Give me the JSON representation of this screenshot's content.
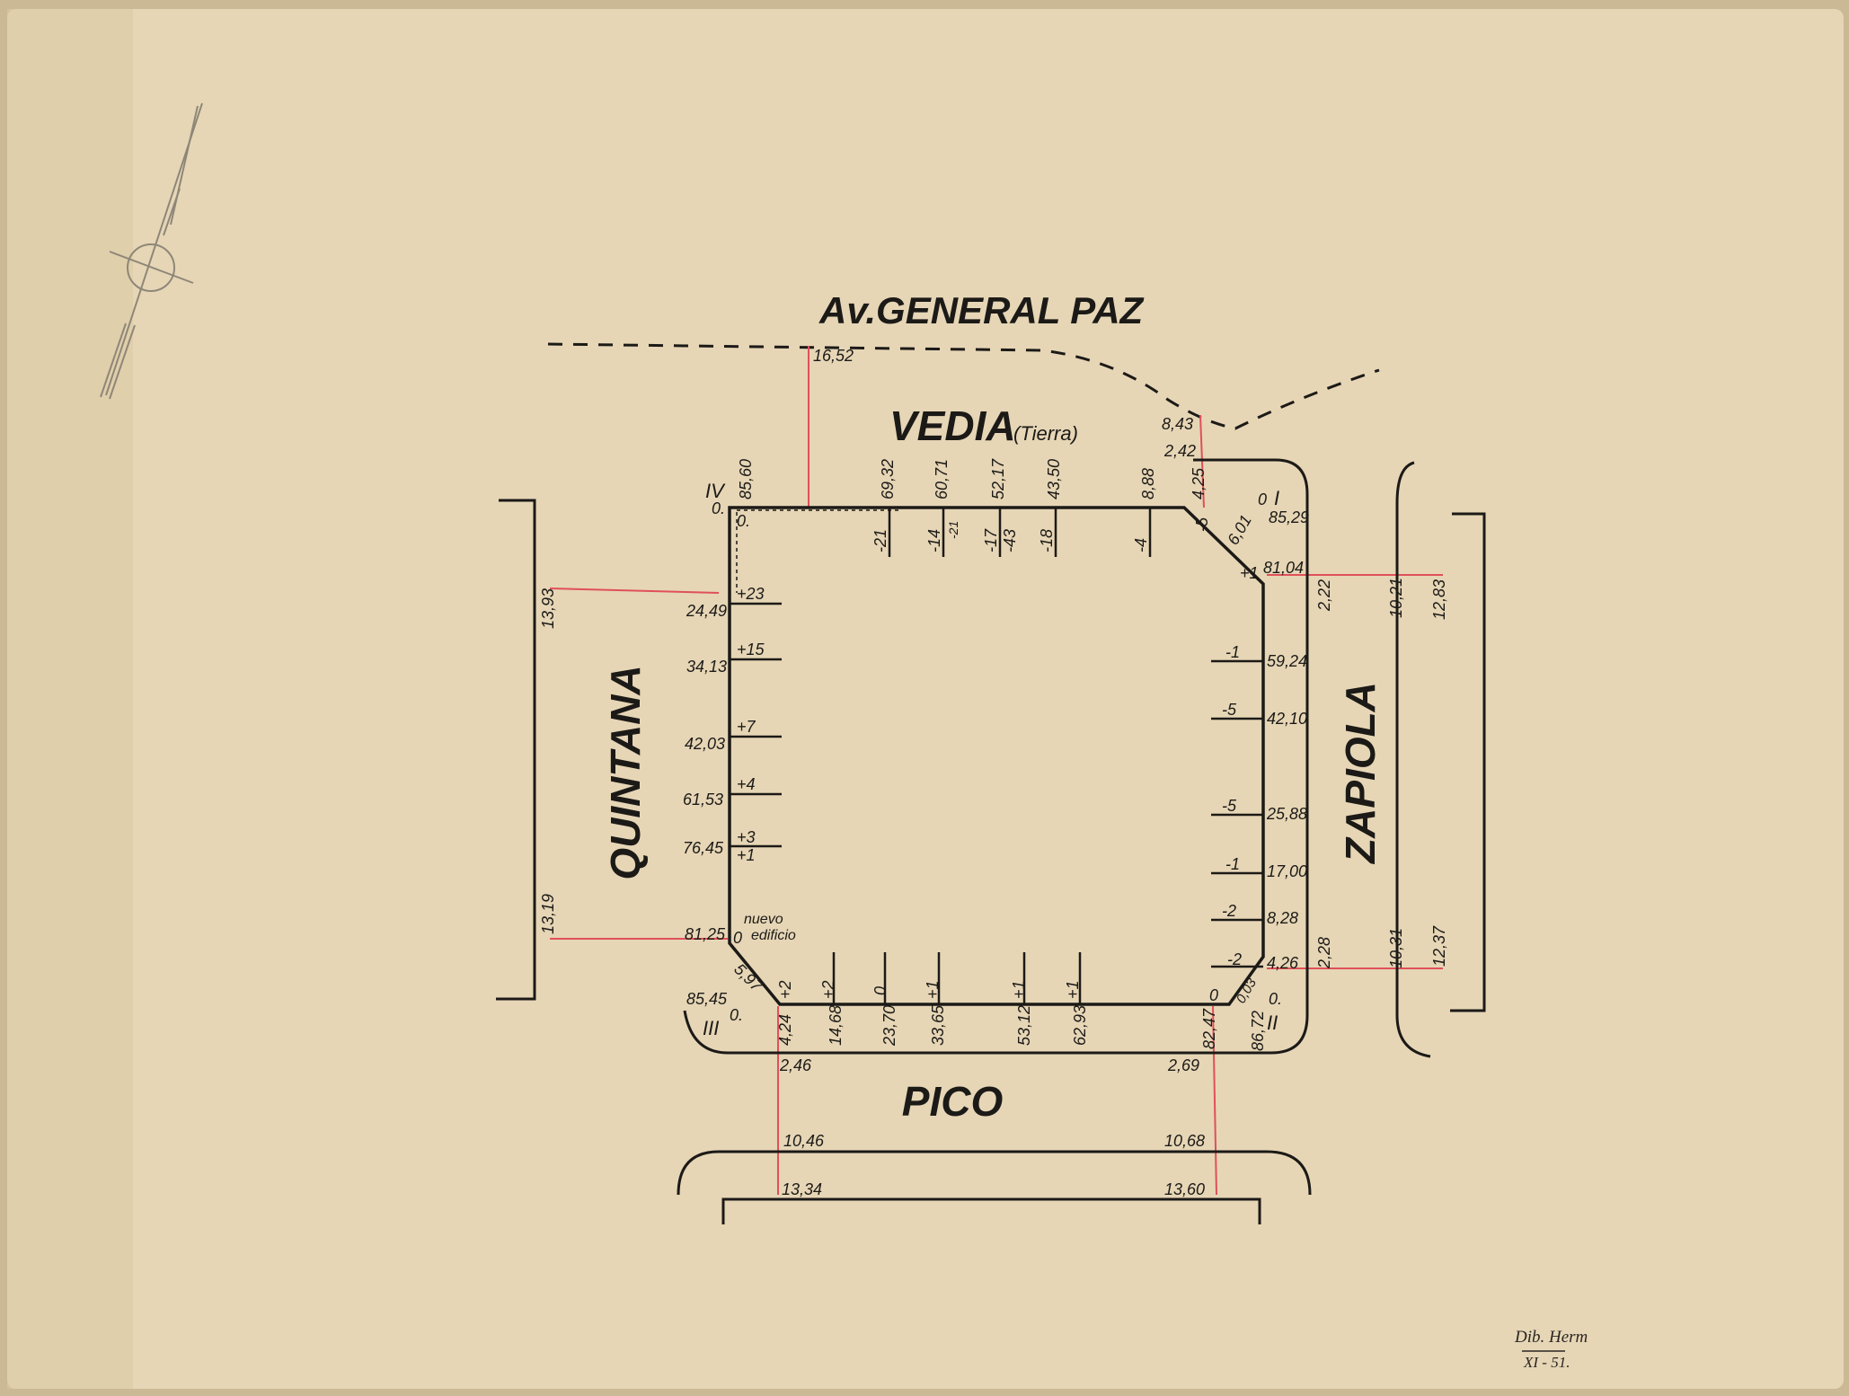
{
  "colors": {
    "paper": "#e6d6b6",
    "ink": "#1c1a17",
    "red": "#e0505a"
  },
  "streets": {
    "top": "Av.GENERAL PAZ",
    "north": "VEDIA",
    "north_note": "(Tierra)",
    "west": "QUINTANA",
    "east": "ZAPIOLA",
    "south": "PICO"
  },
  "corners": {
    "I": "I",
    "II": "II",
    "III": "III",
    "IV": "IV"
  },
  "note": {
    "line1": "nuevo",
    "line2": "edificio"
  },
  "signature": {
    "name": "Dib. Herm",
    "date": "XI - 51."
  },
  "labels": {
    "av_offset": "16,52",
    "ne_843": "8,43",
    "ne_242": "2,42",
    "ne_425": "4,25",
    "ne_601": "6,01",
    "ne_8529": "85,29",
    "ne_m5": "-5",
    "c_I_zero": "0",
    "c_IV_zero": "0.",
    "c_IV_zero2": "0.",
    "n_8560": "85,60",
    "n_6932": "69,32",
    "n_6071": "60,71",
    "n_5217": "52,17",
    "n_4350": "43,50",
    "n_888": "8,88",
    "n_m21": "-21",
    "n_m14": "-14",
    "n_m21b": "-21",
    "n_m17": "-17",
    "n_m43": "-43",
    "n_m18": "-18",
    "n_m4": "-4",
    "w_1393": "13,93",
    "w_1319": "13,19",
    "w_2449": "24,49",
    "w_3413": "34,13",
    "w_4203": "42,03",
    "w_6153": "61,53",
    "w_7645": "76,45",
    "w_8125": "81,25",
    "w_8545": "85,45",
    "w_p23": "+23",
    "w_p15": "+15",
    "w_p7": "+7",
    "w_p4": "+4",
    "w_p3": "+3",
    "w_p1": "+1",
    "w_zero": "0",
    "sw_597": "5,97",
    "c_III_zero": "0.",
    "e_p1": "+1",
    "e_8104": "81,04",
    "e_222": "2,22",
    "e_1021": "10,21",
    "e_1283": "12,83",
    "e_5924": "59,24",
    "e_4210": "42,10",
    "e_2588": "25,88",
    "e_1700": "17,00",
    "e_828": "8,28",
    "e_426": "4,26",
    "e_m1a": "-1",
    "e_m5a": "-5",
    "e_m5b": "-5",
    "e_m1b": "-1",
    "e_m2a": "-2",
    "e_m2b": "-2",
    "e_228": "2,28",
    "e_1031": "10,31",
    "e_1237": "12,37",
    "se_003": "0,03",
    "se_zero": "0.",
    "se_zero2": "0",
    "se_8672": "86,72",
    "s_424": "4,24",
    "s_1468": "14,68",
    "s_2370": "23,70",
    "s_3365": "33,65",
    "s_5312": "53,12",
    "s_6293": "62,93",
    "s_8247": "82,47",
    "s_p2a": "+2",
    "s_p2b": "+2",
    "s_0": "0",
    "s_p1a": "+1",
    "s_p1b": "+1",
    "s_p1c": "+1",
    "s_246": "2,46",
    "s_269": "2,69",
    "s_1046": "10,46",
    "s_1068": "10,68",
    "s_1334": "13,34",
    "s_1360": "13,60"
  }
}
